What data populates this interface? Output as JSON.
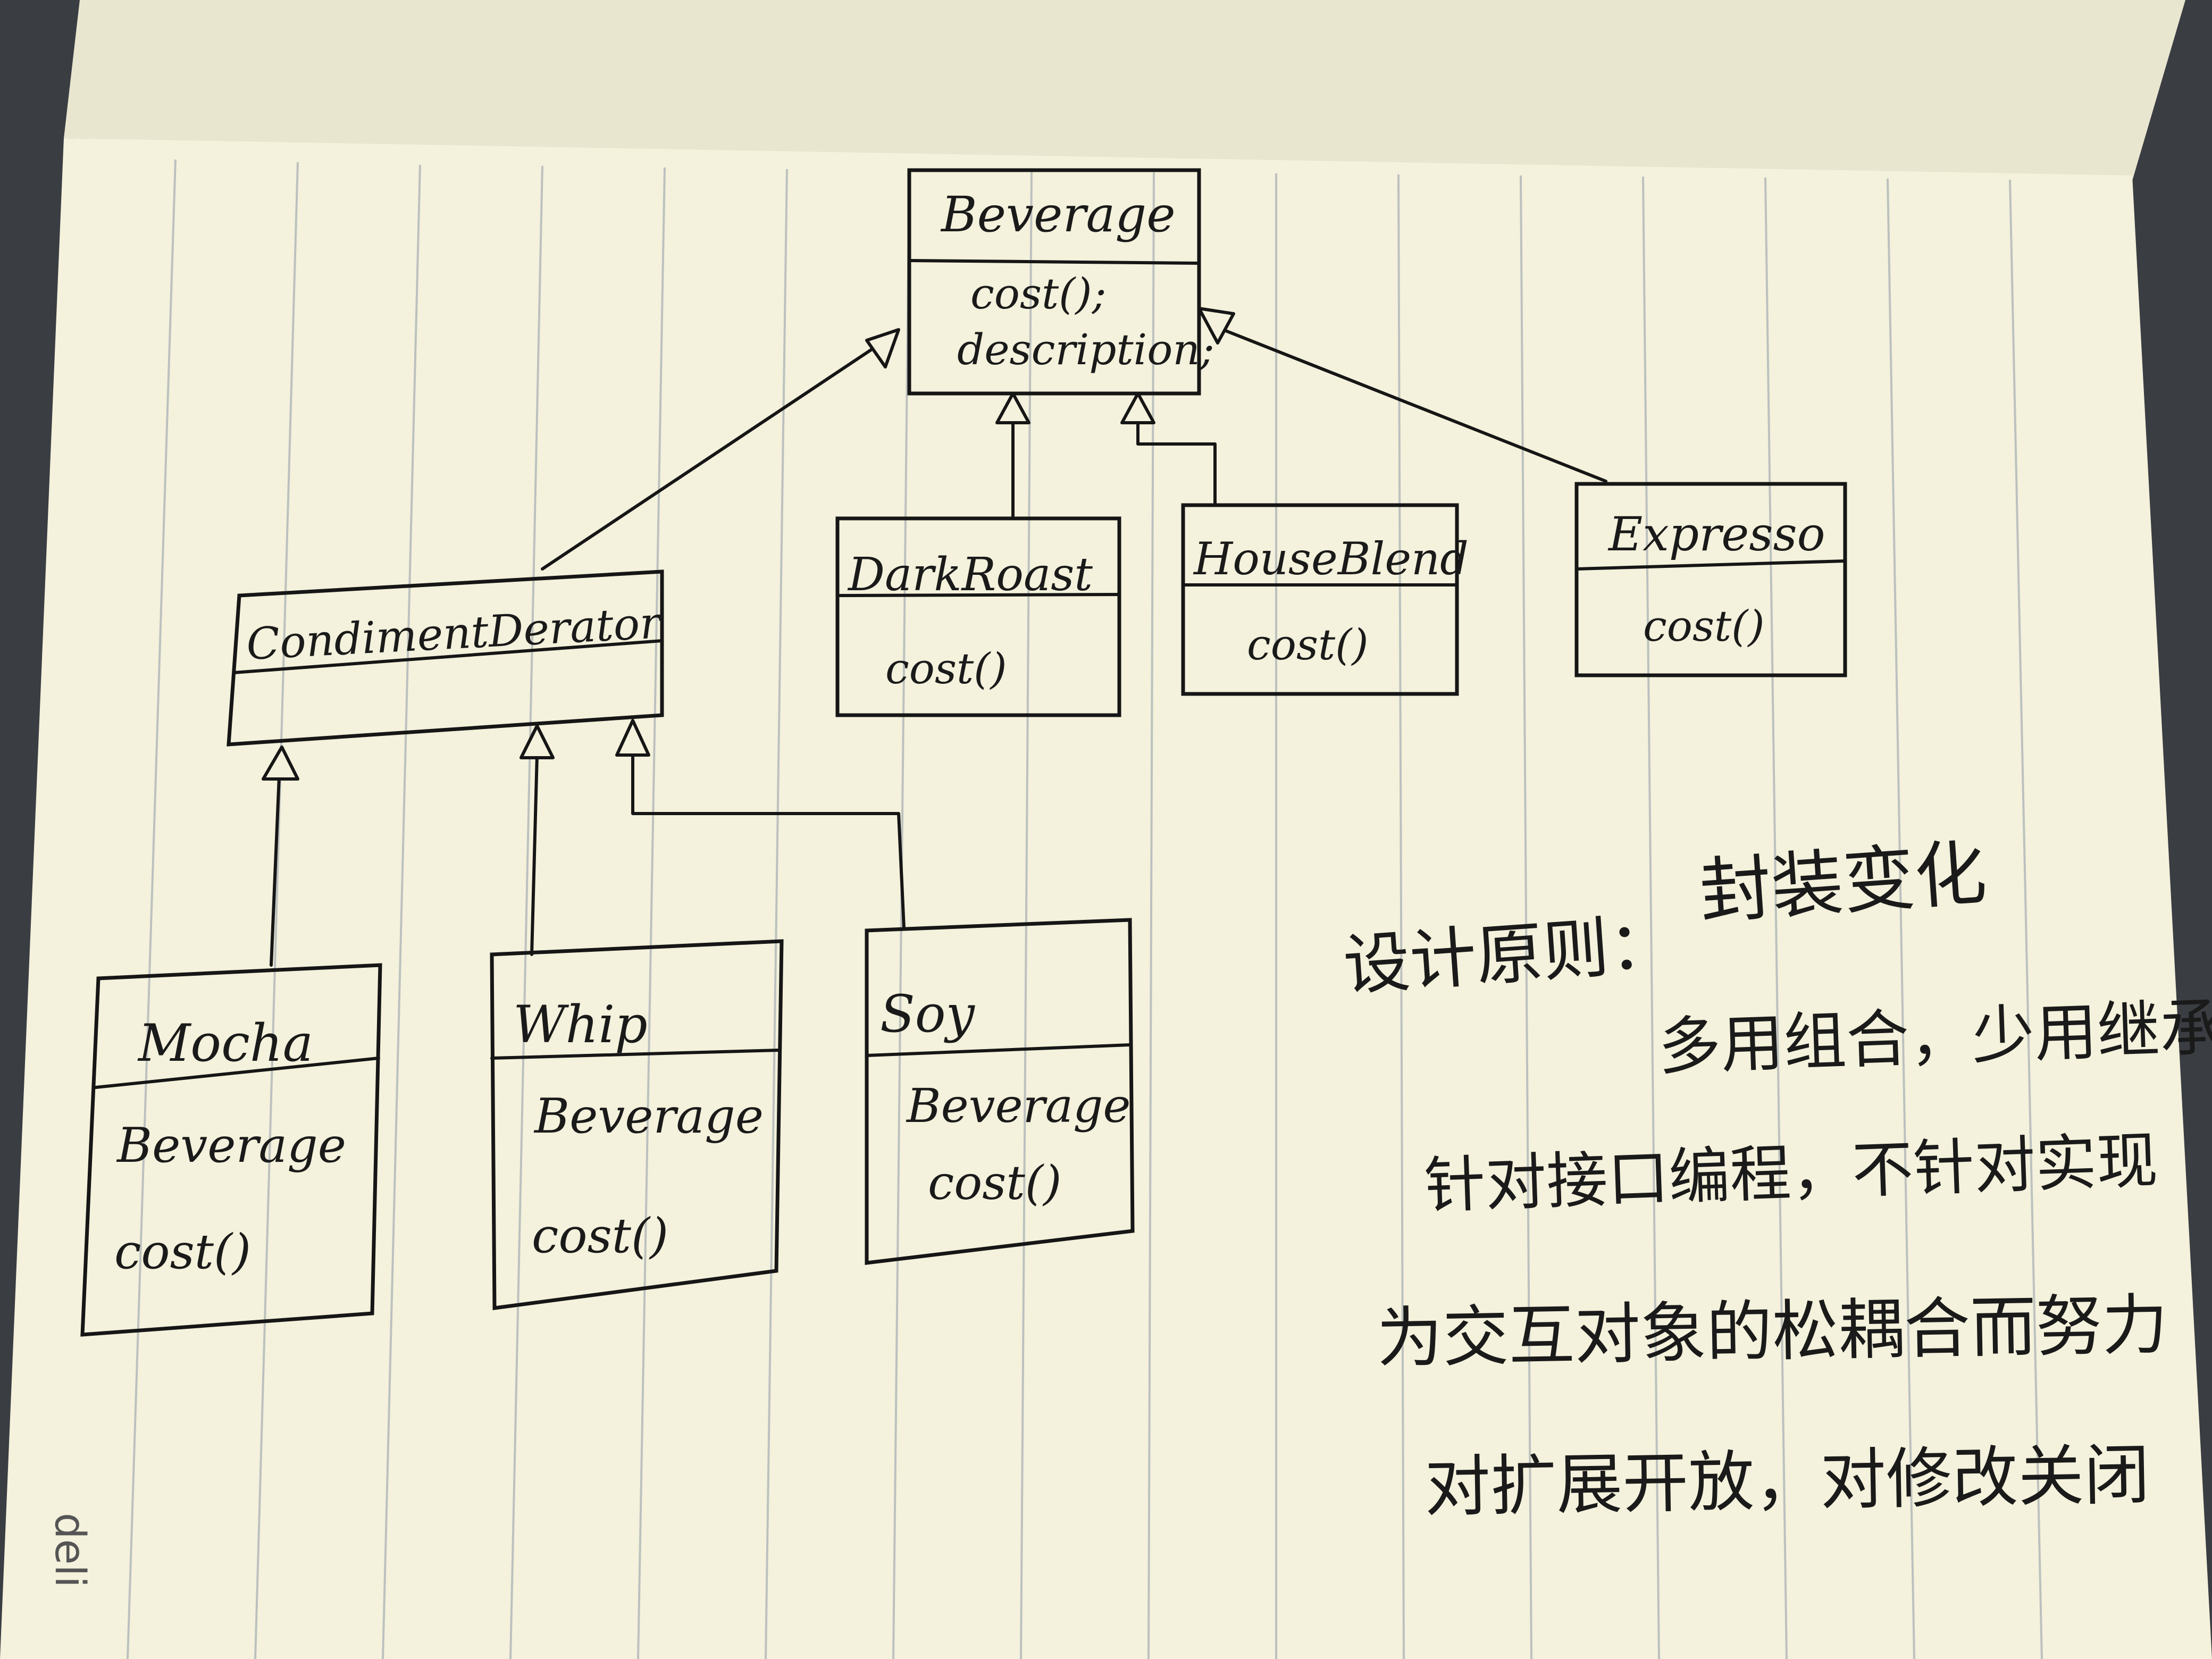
{
  "diagram": {
    "classes": [
      {
        "id": "beverage",
        "name": "Beverage",
        "members": [
          "cost();",
          "description;"
        ]
      },
      {
        "id": "darkroast",
        "name": "DarkRoast",
        "members": [
          "cost()"
        ]
      },
      {
        "id": "houseblend",
        "name": "HouseBlend",
        "members": [
          "cost()"
        ]
      },
      {
        "id": "expresso",
        "name": "Expresso",
        "members": [
          "cost()"
        ]
      },
      {
        "id": "condiment",
        "name": "CondimentDerator",
        "members": []
      },
      {
        "id": "mocha",
        "name": "Mocha",
        "members": [
          "Beverage",
          "cost()"
        ]
      },
      {
        "id": "whip",
        "name": "Whip",
        "members": [
          "Beverage",
          "cost()"
        ]
      },
      {
        "id": "soy",
        "name": "Soy",
        "members": [
          "Beverage",
          "cost()"
        ]
      }
    ],
    "relations": [
      {
        "from": "condiment",
        "to": "beverage",
        "type": "inheritance"
      },
      {
        "from": "darkroast",
        "to": "beverage",
        "type": "inheritance"
      },
      {
        "from": "houseblend",
        "to": "beverage",
        "type": "inheritance"
      },
      {
        "from": "expresso",
        "to": "beverage",
        "type": "inheritance"
      },
      {
        "from": "mocha",
        "to": "condiment",
        "type": "inheritance"
      },
      {
        "from": "whip",
        "to": "condiment",
        "type": "inheritance"
      },
      {
        "from": "soy",
        "to": "condiment",
        "type": "inheritance"
      }
    ]
  },
  "notes": {
    "title": "设计原则：",
    "lines": [
      "封装变化",
      "多用组合，少用继承",
      "针对接口编程，不针对实现",
      "为交互对象的松耦合而努力",
      "对扩展开放，对修改关闭"
    ]
  },
  "brand": "deli",
  "colors": {
    "paper": "#f4f1dc",
    "ink": "#161616",
    "rule_line": "#8f9aa6",
    "background": "#3a3d42"
  }
}
